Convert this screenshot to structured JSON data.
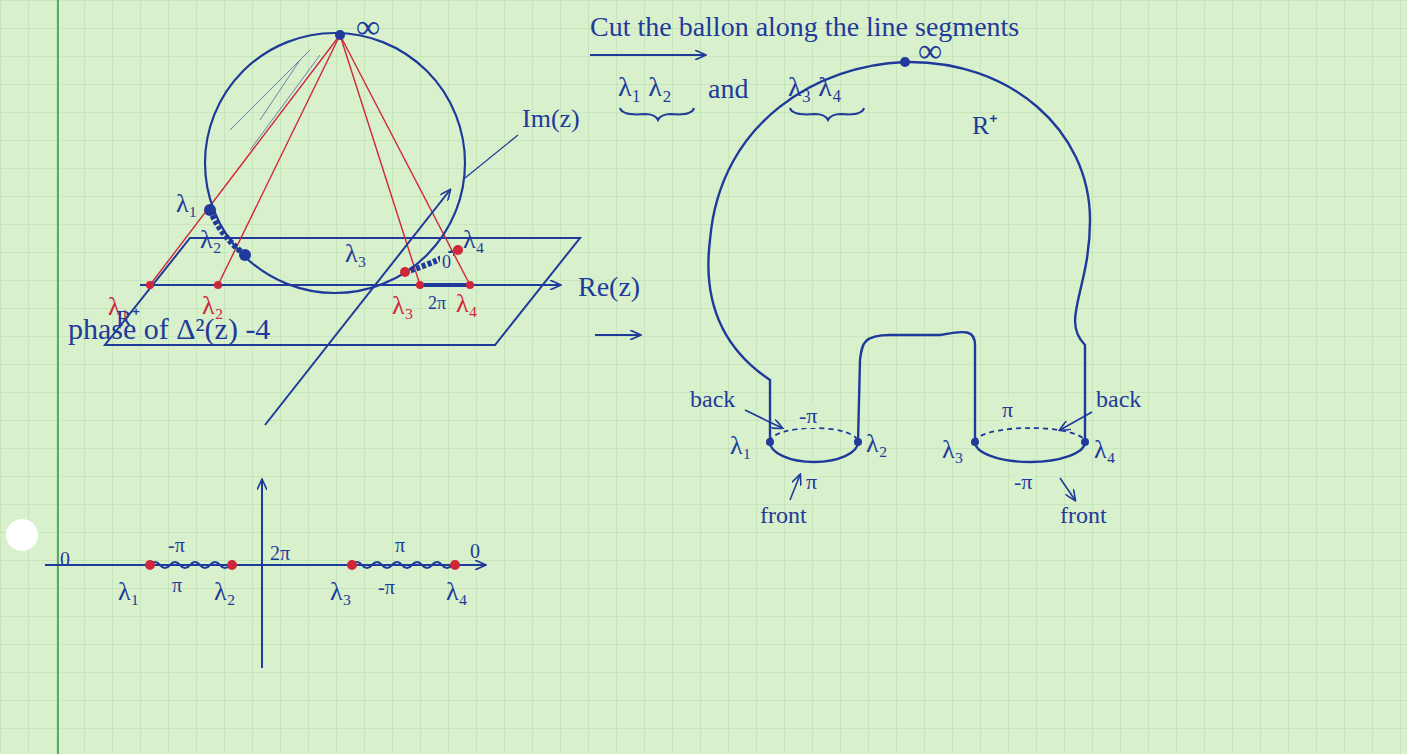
{
  "diagram": {
    "labels": [
      "∞",
      "λ₁",
      "λ₂",
      "λ₃",
      "λ₄",
      "Im(z)",
      "0",
      "λ₁",
      "λ₂",
      "λ₃",
      "2π",
      "λ₄",
      "Re(z)",
      "R⁺",
      "Cut the ballon along the line segments",
      "λ₁ λ₂",
      "and",
      "λ₃ λ₄",
      "∞",
      "R⁺",
      "back",
      "-π",
      "π",
      "λ₁",
      "λ₂",
      "front",
      "π",
      "back",
      "λ₃",
      "λ₄",
      "-π",
      "front",
      "phase of Δ²(z) -4",
      "0",
      "-π",
      "2π",
      "π",
      "0",
      "λ₁",
      "π",
      "λ₂",
      "λ₃",
      "-π",
      "λ₄"
    ]
  }
}
